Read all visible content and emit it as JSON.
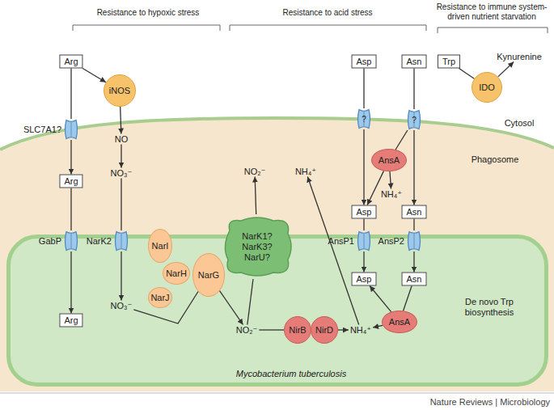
{
  "diagram": {
    "nodes": [
      {
        "text": [
          "Arg"
        ]
      },
      {
        "text": [
          "iNOS"
        ]
      },
      {
        "text": [
          "Asp"
        ]
      },
      {
        "text": [
          "Asn"
        ]
      },
      {
        "text": [
          "Trp"
        ]
      },
      {
        "text": [
          "IDO"
        ]
      },
      {
        "text": [
          "Kynurenine"
        ]
      },
      {
        "text": [
          "SLC7A1?"
        ]
      },
      {
        "text": [
          "NO"
        ]
      },
      {
        "text": [
          "?"
        ]
      },
      {
        "text": [
          "?"
        ]
      },
      {
        "text": [
          "AnsA"
        ]
      },
      {
        "text": [
          "NO₃⁻"
        ]
      },
      {
        "text": [
          "NO₂⁻"
        ]
      },
      {
        "text": [
          "NH₄⁺"
        ]
      },
      {
        "text": [
          "NH₄⁺"
        ]
      },
      {
        "text": [
          "Arg"
        ]
      },
      {
        "text": [
          "Asp"
        ]
      },
      {
        "text": [
          "Asn"
        ]
      },
      {
        "text": [
          "GabP"
        ]
      },
      {
        "text": [
          "NarK2"
        ]
      },
      {
        "text": [
          "NarI"
        ]
      },
      {
        "text": [
          "NarK1? NarK3? NarU?"
        ]
      },
      {
        "text": [
          "AnsP1"
        ]
      },
      {
        "text": [
          "AnsP2"
        ]
      },
      {
        "text": [
          "De novo Trp biosynthesis",
          "Mycobacterium tuberculosis"
        ]
      },
      {
        "text": [
          "NarH"
        ],
        "in": 25
      },
      {
        "text": [
          "NarG"
        ],
        "in": 25
      },
      {
        "text": [
          "Asp"
        ],
        "in": 25
      },
      {
        "text": [
          "Asn"
        ],
        "in": 25
      },
      {
        "text": [
          "NarJ"
        ],
        "in": 25
      },
      {
        "text": [
          "NO₃⁻"
        ],
        "in": 25
      },
      {
        "text": [
          "Arg"
        ],
        "in": 25
      },
      {
        "text": [
          "AnsA"
        ],
        "in": 25
      },
      {
        "text": [
          "NO₂⁻"
        ],
        "in": 25
      },
      {
        "text": [
          "NirB"
        ],
        "in": 25
      },
      {
        "text": [
          "NirD"
        ],
        "in": 25
      },
      {
        "text": [
          "NH₄⁺"
        ],
        "in": 25
      }
    ],
    "edges": [
      {
        "from": 0,
        "to": 7,
        "arrow": "none"
      },
      {
        "from": 7,
        "to": 16,
        "arrow": "to"
      },
      {
        "from": 16,
        "to": 19,
        "arrow": "none"
      },
      {
        "from": 19,
        "to": 32,
        "arrow": "to"
      },
      {
        "from": 0,
        "to": 1,
        "arrow": "to"
      },
      {
        "from": 1,
        "to": 8,
        "arrow": "to"
      },
      {
        "from": 8,
        "to": 12,
        "arrow": "to"
      },
      {
        "from": 12,
        "to": 20,
        "arrow": "none"
      },
      {
        "from": 20,
        "to": 31,
        "arrow": "to"
      },
      {
        "from": 31,
        "to": 27,
        "arrow": "none"
      },
      {
        "from": 27,
        "to": 34,
        "arrow": "to"
      },
      {
        "from": 34,
        "to": 22,
        "arrow": "none"
      },
      {
        "from": 22,
        "to": 13,
        "arrow": "to"
      },
      {
        "from": 34,
        "to": 35,
        "arrow": "none"
      },
      {
        "from": 36,
        "to": 37,
        "arrow": "to"
      },
      {
        "from": 37,
        "to": 14,
        "arrow": "to"
      },
      {
        "from": 2,
        "to": 9,
        "arrow": "none"
      },
      {
        "from": 9,
        "to": 17,
        "arrow": "to"
      },
      {
        "from": 17,
        "to": 23,
        "arrow": "none"
      },
      {
        "from": 23,
        "to": 28,
        "arrow": "to"
      },
      {
        "from": 3,
        "to": 10,
        "arrow": "none"
      },
      {
        "from": 10,
        "to": 18,
        "arrow": "to"
      },
      {
        "from": 18,
        "to": 24,
        "arrow": "none"
      },
      {
        "from": 24,
        "to": 29,
        "arrow": "to"
      },
      {
        "from": 10,
        "to": 11,
        "arrow": "none"
      },
      {
        "from": 11,
        "to": 17,
        "arrow": "to"
      },
      {
        "from": 11,
        "to": 15,
        "arrow": "to"
      },
      {
        "from": 29,
        "to": 33,
        "arrow": "none"
      },
      {
        "from": 33,
        "to": 28,
        "arrow": "to"
      },
      {
        "from": 33,
        "to": 37,
        "arrow": "to"
      },
      {
        "from": 4,
        "to": 5,
        "arrow": "none"
      },
      {
        "from": 5,
        "to": 6,
        "arrow": "to"
      }
    ],
    "labels": [
      "Resistance to hypoxic stress",
      "Resistance to acid stress",
      "Resistance to immune system-driven nutrient starvation",
      "Cytosol",
      "Phagosome",
      "Nature Reviews | Microbiology"
    ]
  }
}
